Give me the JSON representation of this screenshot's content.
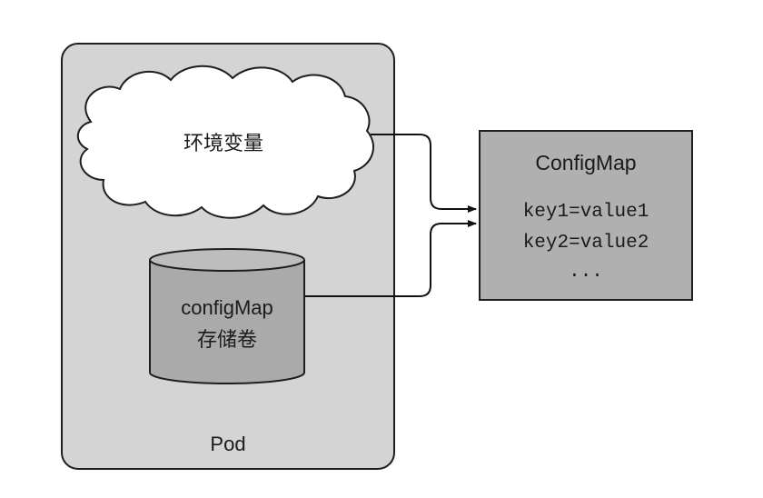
{
  "pod": {
    "label": "Pod"
  },
  "env_cloud": {
    "label": "环境变量"
  },
  "volume": {
    "line1": "configMap",
    "line2": "存储卷"
  },
  "configmap": {
    "title": "ConfigMap",
    "entries": [
      "key1=value1",
      "key2=value2",
      "..."
    ]
  }
}
